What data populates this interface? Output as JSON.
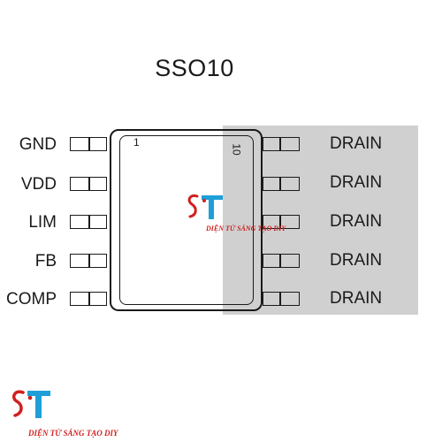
{
  "diagram": {
    "title": "SSO10",
    "left_pins": [
      "GND",
      "VDD",
      "LIM",
      "FB",
      "COMP"
    ],
    "right_pins": [
      "DRAIN",
      "DRAIN",
      "DRAIN",
      "DRAIN",
      "DRAIN"
    ],
    "pin1_marker": "1",
    "pin10_marker": "10"
  },
  "watermark": {
    "text": "DIỆN TỬ SÁNG TẠO DIY",
    "logo_text": "ST"
  },
  "colors": {
    "shade": "#d0d0d0",
    "ink": "#1a1a1a",
    "watermark_red": "#d21f1f",
    "watermark_blue": "#1f9fd8"
  }
}
